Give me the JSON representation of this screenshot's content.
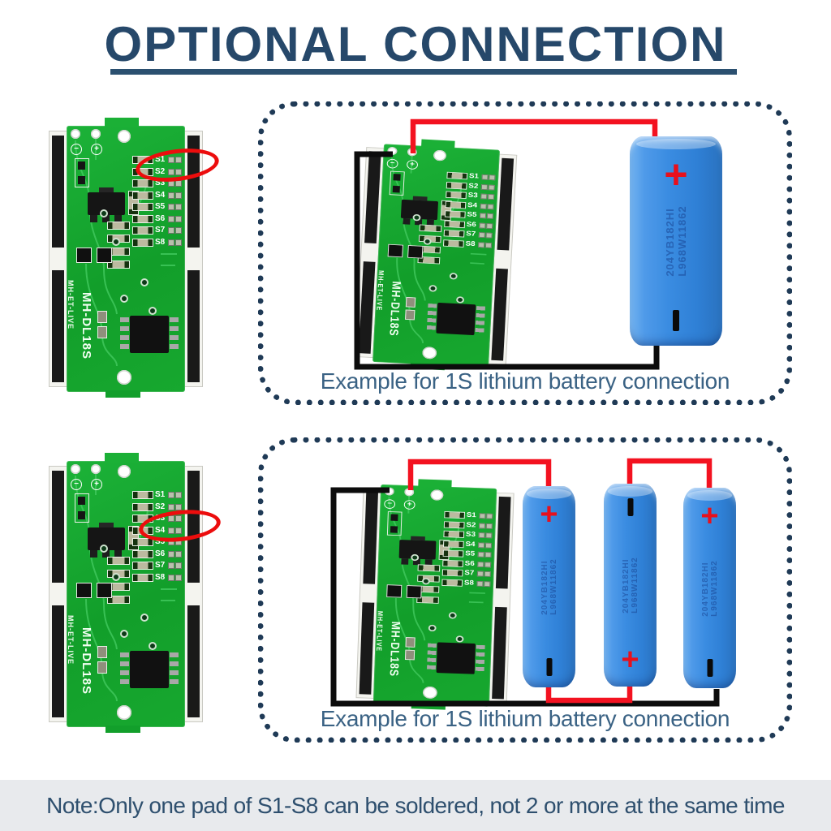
{
  "title": {
    "text": "OPTIONAL CONNECTION"
  },
  "module": {
    "brand": "MH-ET-LIVE",
    "model": "MH-DL18S",
    "pads": [
      "S1",
      "S2",
      "S3",
      "S4",
      "S5",
      "S6",
      "S7",
      "S8"
    ],
    "minus_symbol": "−",
    "plus_symbol": "+"
  },
  "examples": [
    {
      "caption": "Example for 1S lithium battery connection",
      "battery_count": 1,
      "highlighted_pad": "S1"
    },
    {
      "caption": "Example for 1S lithium battery connection",
      "battery_count": 3,
      "highlighted_pad": "S3"
    }
  ],
  "battery": {
    "terminal_plus": "+",
    "label_line1": "204YB182HI",
    "label_line2": "L968W11862"
  },
  "note": {
    "text": "Note:Only one pad of S1-S8 can be soldered, not 2 or more at the same time"
  },
  "colors": {
    "accent_navy": "#26486a",
    "box_dot_navy": "#1f3a56",
    "caption_blue": "#3a6284",
    "pcb_green": "#16a42e",
    "wire_red": "#f31220",
    "wire_black": "#0c0c0c",
    "highlight_red": "#ec0d0d",
    "battery_blue": "#3a8ce1",
    "note_bg": "#e8eaed"
  }
}
